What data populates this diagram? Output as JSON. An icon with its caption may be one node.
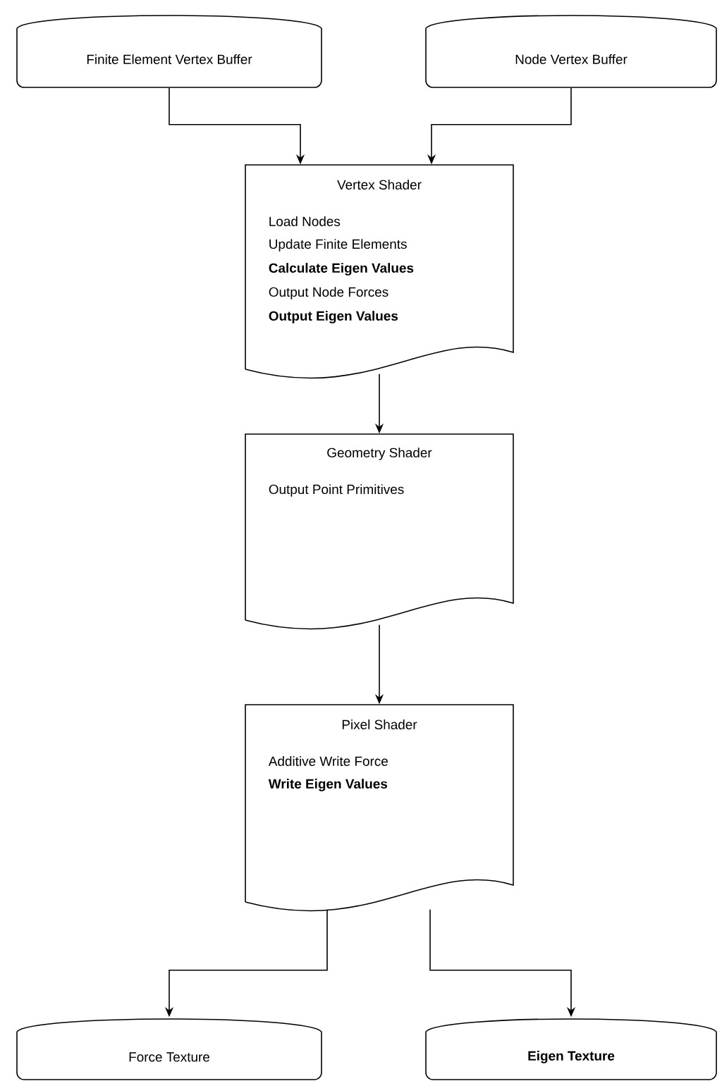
{
  "diagram": {
    "nodes": [
      {
        "text": [
          "Finite Element Vertex Buffer"
        ]
      },
      {
        "text": [
          "Node Vertex Buffer"
        ]
      },
      {
        "text": [
          "Vertex Shader",
          "Load Nodes",
          "Update Finite Elements",
          "**Calculate Eigen Values**",
          "Output Node Forces",
          "**Output Eigen Values**"
        ]
      },
      {
        "text": [
          "Geometry Shader",
          "Output Point Primitives"
        ]
      },
      {
        "text": [
          "Pixel Shader",
          "Additive Write Force",
          "**Write Eigen Values**"
        ]
      },
      {
        "text": [
          "Force Texture"
        ]
      },
      {
        "text": [
          "**Eigen Texture**"
        ]
      }
    ],
    "edges": [
      {
        "from": 0,
        "to": 2,
        "arrow": "to"
      },
      {
        "from": 1,
        "to": 2,
        "arrow": "to"
      },
      {
        "from": 2,
        "to": 3,
        "arrow": "to"
      },
      {
        "from": 3,
        "to": 4,
        "arrow": "to"
      },
      {
        "from": 4,
        "to": 5,
        "arrow": "to"
      },
      {
        "from": 4,
        "to": 6,
        "arrow": "to"
      }
    ]
  }
}
